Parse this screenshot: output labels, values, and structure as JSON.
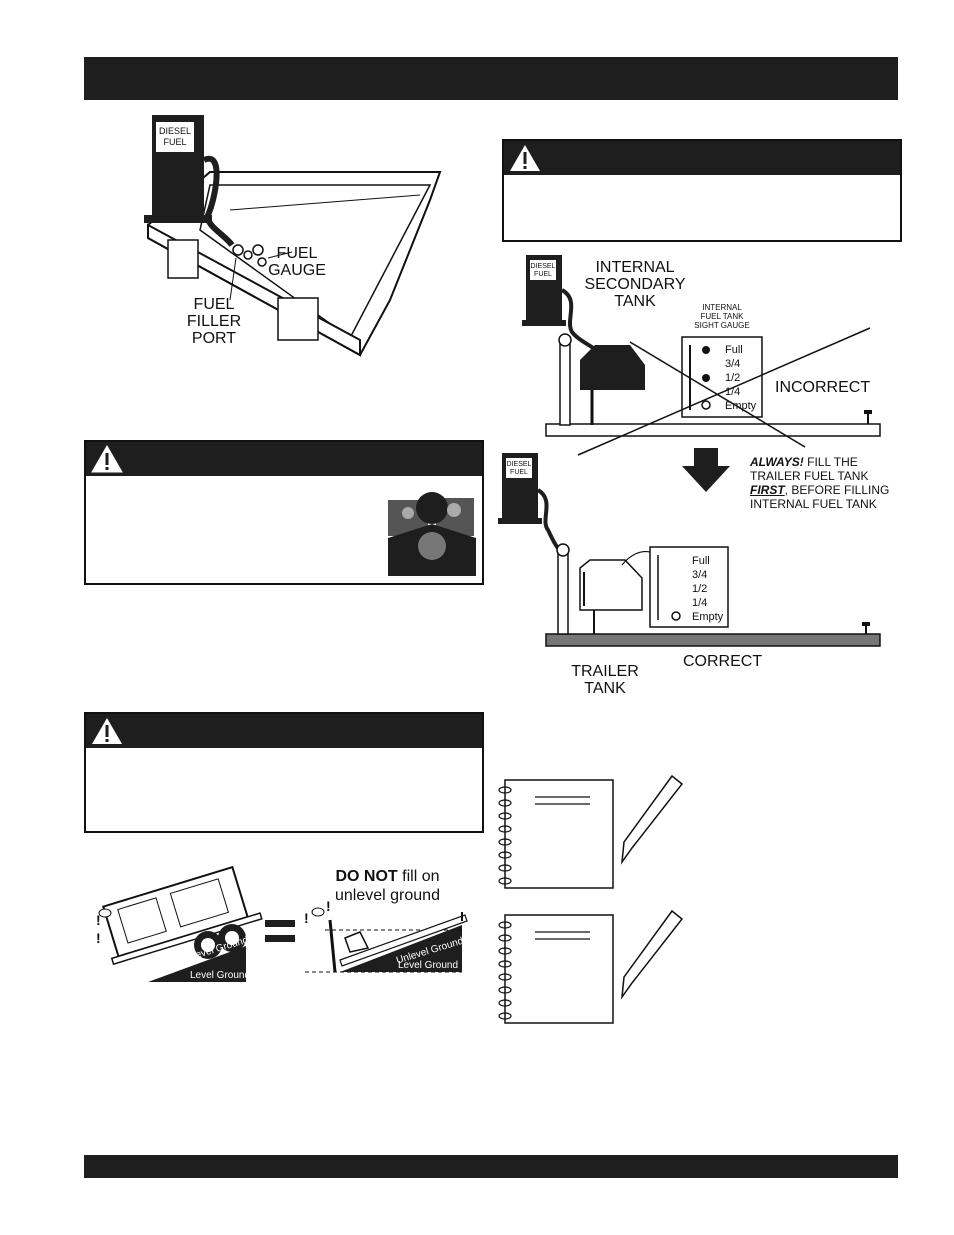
{
  "fig1": {
    "pump_text": [
      "DIESEL",
      "FUEL"
    ],
    "fuel_gauge": [
      "FUEL",
      "GAUGE"
    ],
    "filler_port": [
      "FUEL",
      "FILLER",
      "PORT"
    ]
  },
  "fig2": {
    "pump_text": [
      "DIESEL",
      "FUEL"
    ],
    "internal_secondary_tank": [
      "INTERNAL",
      "SECONDARY",
      "TANK"
    ],
    "sight_gauge_title": [
      "INTERNAL",
      "FUEL TANK",
      "SIGHT GAUGE"
    ],
    "gauge_levels": [
      "Full",
      "3/4",
      "1/2",
      "1/4",
      "Empty"
    ],
    "incorrect": "INCORRECT",
    "always_emph": "ALWAYS!",
    "always_rest": " FILL THE",
    "line2": "TRAILER FUEL TANK",
    "first_emph": "FIRST",
    "line3_rest": ", BEFORE FILLING",
    "line4": "INTERNAL FUEL TANK",
    "trailer_tank": [
      "TRAILER",
      "TANK"
    ],
    "correct": "CORRECT"
  },
  "fig3": {
    "do_not": "DO NOT",
    "fill_on": " fill on",
    "unlevel": "unlevel ground",
    "unlevel_ground": "Unlevel Ground",
    "level_ground": "Level Ground",
    "exclaim": "!"
  },
  "colors": {
    "bar": "#1e1e1e",
    "warning_yellow": "#ffffff"
  }
}
